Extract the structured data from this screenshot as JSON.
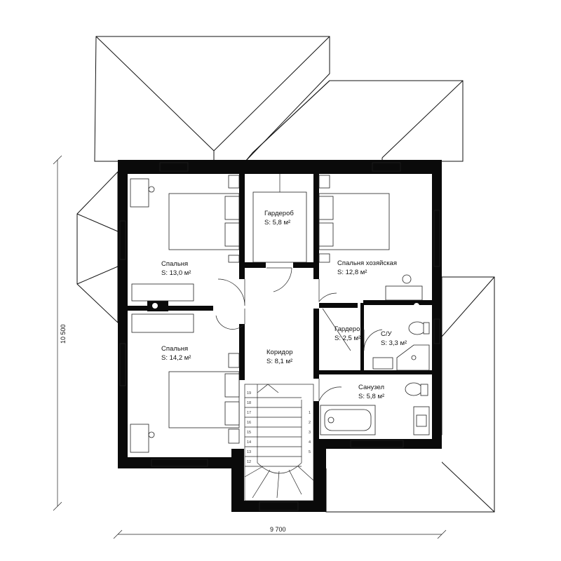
{
  "rooms": [
    {
      "name": "Спальня",
      "area": "S: 13,0 м²"
    },
    {
      "name": "Гардероб",
      "area": "S: 5,8 м²"
    },
    {
      "name": "Спальня хозяйская",
      "area": "S: 12,8 м²"
    },
    {
      "name": "Гардероб",
      "area": "S: 2,5 м²"
    },
    {
      "name": "С/У",
      "area": "S: 3,3 м²"
    },
    {
      "name": "Спальня",
      "area": "S: 14,2 м²"
    },
    {
      "name": "Коридор",
      "area": "S: 8,1 м²"
    },
    {
      "name": "Санузел",
      "area": "S: 5,8 м²"
    }
  ],
  "dimensions": {
    "width": "9 700",
    "height": "10 500"
  },
  "stairs": {
    "left_steps": [
      "19",
      "18",
      "17",
      "16",
      "15",
      "14",
      "13",
      "12"
    ],
    "right_steps": [
      "1",
      "2",
      "3",
      "4",
      "5"
    ]
  }
}
